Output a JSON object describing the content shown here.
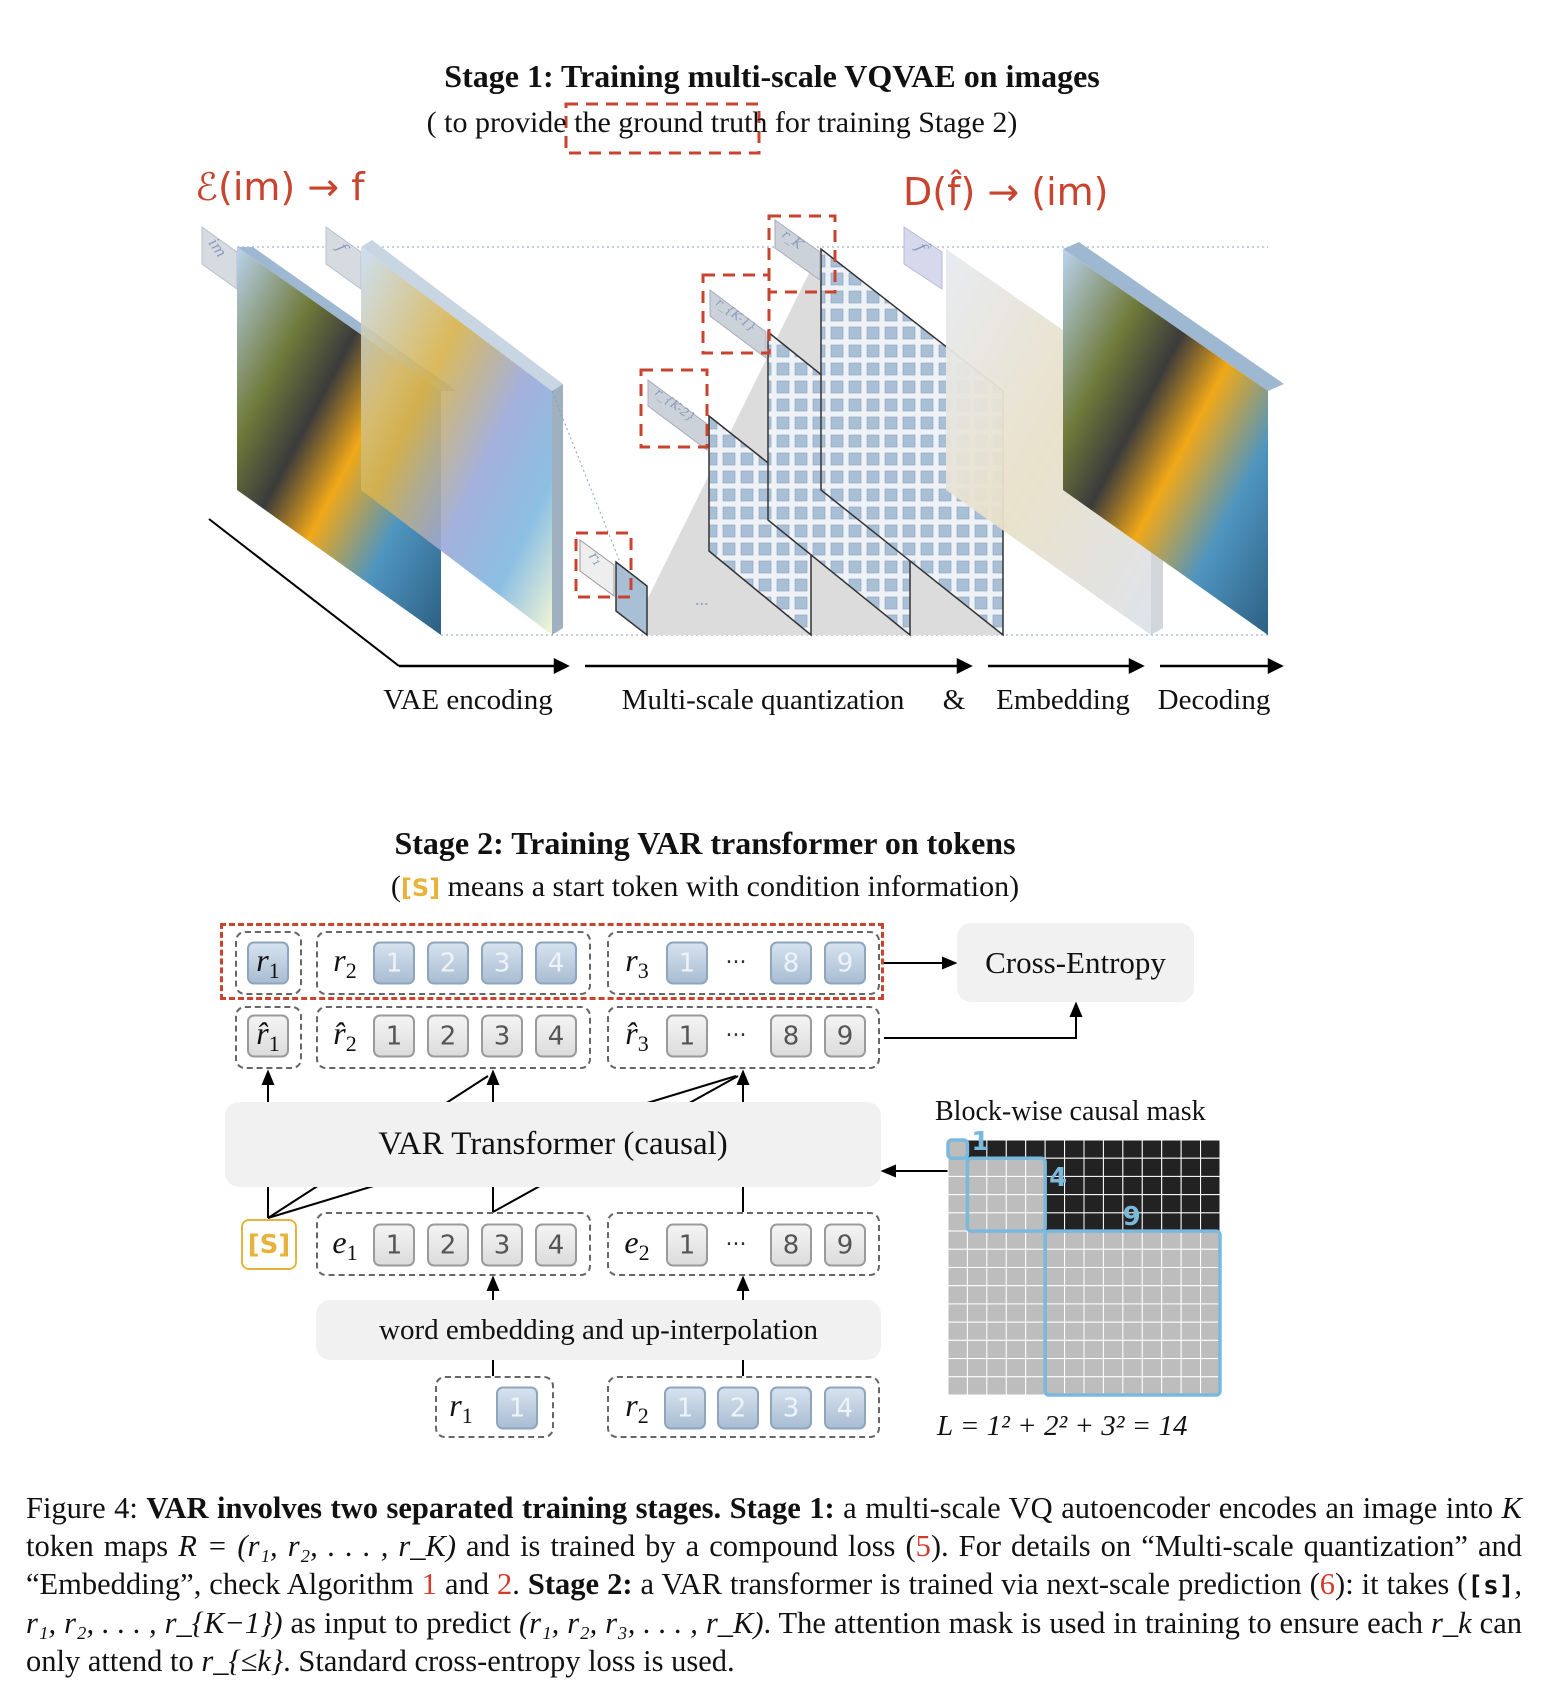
{
  "stage1": {
    "title": "Stage 1:  Training multi-scale VQVAE on images",
    "subtitle_pre": "( to provide the ",
    "subtitle_highlight": "ground truth",
    "subtitle_post": " for training Stage 2)",
    "encoder_formula": "ℰ(im) → f",
    "decoder_formula": "D(f̂) →  (im)",
    "slab_labels": [
      "im",
      "f",
      "r₁",
      "r_{K-2}",
      "r_{K-1}",
      "r_K",
      "f̂"
    ],
    "steps": [
      "VAE encoding",
      "Multi-scale quantization",
      "&",
      "Embedding",
      "Decoding"
    ],
    "ellipsis": "..."
  },
  "stage2": {
    "title": "Stage 2:  Training VAR transformer on tokens",
    "subtitle_token": "[S]",
    "subtitle_text": " means a start token with condition information)",
    "subtitle_open": "(",
    "target_row": {
      "labels": [
        "r",
        "r",
        "r"
      ],
      "subs": [
        "1",
        "2",
        "3"
      ],
      "r1_tokens": [
        ""
      ],
      "r2_tokens": [
        "1",
        "2",
        "3",
        "4"
      ],
      "r3_tokens": [
        "1",
        "···",
        "8",
        "9"
      ]
    },
    "pred_row": {
      "labels": [
        "r̂",
        "r̂",
        "r̂"
      ],
      "subs": [
        "1",
        "2",
        "3"
      ],
      "r2_tokens": [
        "1",
        "2",
        "3",
        "4"
      ],
      "r3_tokens": [
        "1",
        "···",
        "8",
        "9"
      ]
    },
    "start_token": "[S]",
    "embed_row": {
      "labels": [
        "e",
        "e"
      ],
      "subs": [
        "1",
        "2"
      ],
      "e1_tokens": [
        "1",
        "2",
        "3",
        "4"
      ],
      "e2_tokens": [
        "1",
        "···",
        "8",
        "9"
      ]
    },
    "input_row": {
      "labels": [
        "r",
        "r"
      ],
      "subs": [
        "1",
        "2"
      ],
      "r1_tokens": [
        "1"
      ],
      "r2_tokens": [
        "1",
        "2",
        "3",
        "4"
      ]
    },
    "cross_entropy": "Cross-Entropy",
    "transformer": "VAR Transformer (causal)",
    "word_embedding": "word embedding and up-interpolation",
    "mask_title": "Block-wise causal mask",
    "mask_blocks": [
      1,
      4,
      9
    ],
    "mask_block_labels": [
      "1",
      "4",
      "9"
    ],
    "mask_equation": "L = 1² + 2² + 3² = 14",
    "colors": {
      "highlight_red": "#c9442e",
      "start_token": "#e8b33a",
      "mask_outline": "#7ab8dc",
      "mask_masked": "#222222",
      "mask_visible": "#bdbdbd"
    }
  },
  "caption": {
    "label": "Figure 4:",
    "bold1": "VAR involves two separated training stages.",
    "bold2": "Stage 1:",
    "t1": " a multi-scale VQ autoencoder encodes an image into ",
    "K": "K",
    "t2": " token maps ",
    "R": "R = (r₁, r₂, . . . , r_K)",
    "t3": " and is trained by a compound loss (",
    "ref5": "5",
    "t4": ").  For details on “Multi-scale quantization” and “Embedding”, check Algorithm ",
    "ref1": "1",
    "t5": " and ",
    "ref2": "2",
    "t6": ". ",
    "bold3": "Stage 2:",
    "t7": " a VAR transformer is trained via next-scale prediction (",
    "ref6": "6",
    "t8": "):  it takes (",
    "s": "[s]",
    "inp": ", r₁, r₂, . . . , r_{K−1})",
    "t9": " as input to predict ",
    "out": "(r₁, r₂, r₃, . . . , r_K)",
    "t10": ".  The attention mask is used in training to ensure each ",
    "rk": "r_k",
    "t11": " can only attend to ",
    "rlek": "r_{≤k}",
    "t12": ". Standard cross-entropy loss is used."
  }
}
